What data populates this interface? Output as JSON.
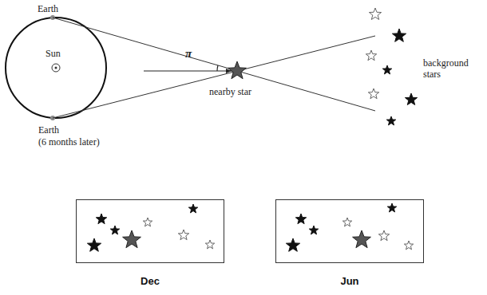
{
  "diagram": {
    "nodes": [
      {
        "text": [
          "Dec"
        ]
      },
      {
        "text": [
          "Jun"
        ]
      }
    ],
    "labels": [
      "Earth",
      "Sun",
      "Earth",
      "(6 months later)",
      "π",
      "nearby star",
      "background stars"
    ]
  }
}
